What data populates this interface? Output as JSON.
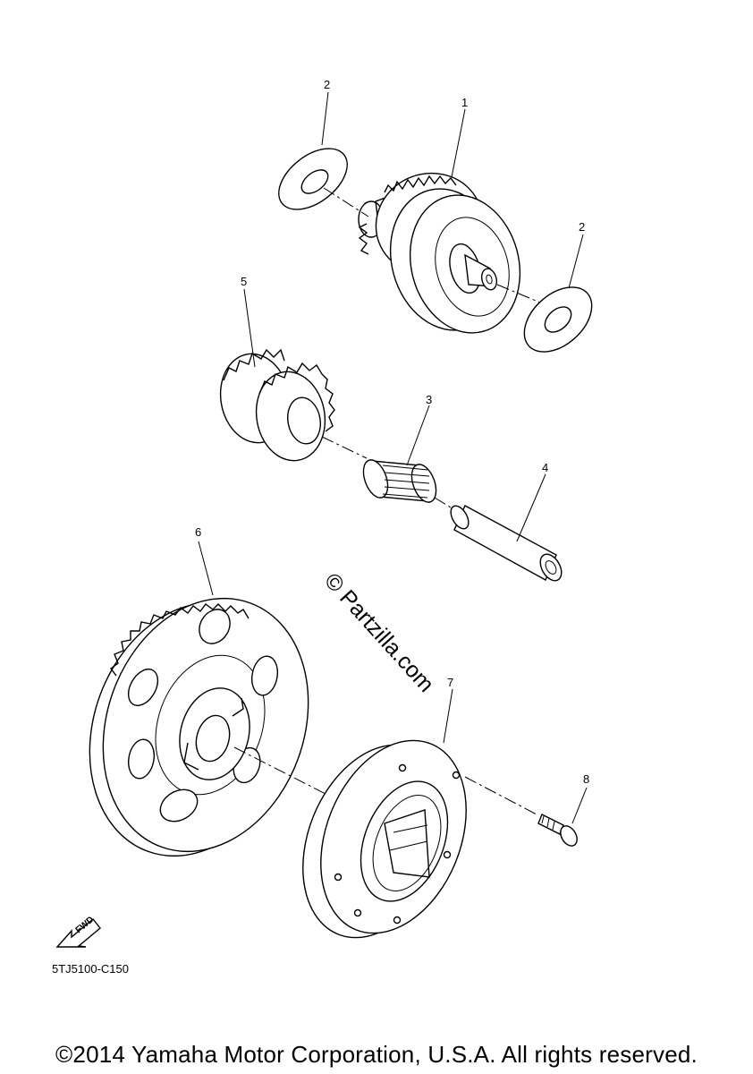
{
  "diagram": {
    "callouts": [
      {
        "id": "1",
        "label": "1"
      },
      {
        "id": "2a",
        "label": "2"
      },
      {
        "id": "2b",
        "label": "2"
      },
      {
        "id": "3",
        "label": "3"
      },
      {
        "id": "4",
        "label": "4"
      },
      {
        "id": "5",
        "label": "5"
      },
      {
        "id": "6",
        "label": "6"
      },
      {
        "id": "7",
        "label": "7"
      },
      {
        "id": "8",
        "label": "8"
      }
    ],
    "fwd_label": "FWD",
    "code": "5TJ5100-C150",
    "watermark": "© Partzilla.com",
    "copyright": "©2014 Yamaha Motor Corporation, U.S.A. All rights reserved."
  }
}
